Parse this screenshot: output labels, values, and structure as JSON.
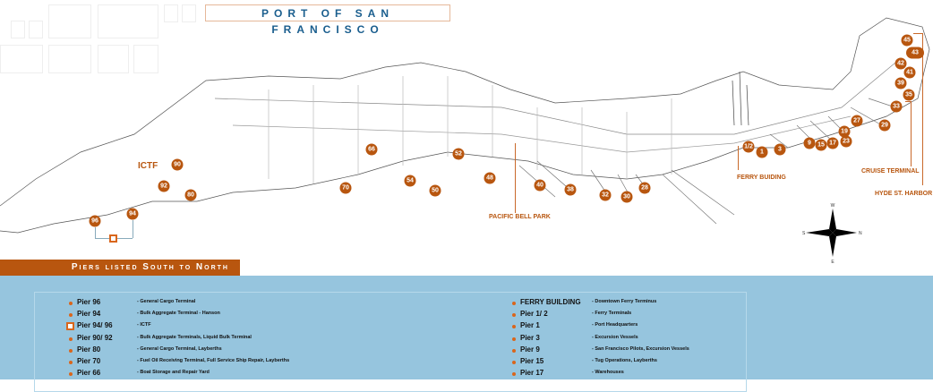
{
  "header": {
    "title": "PORT OF SAN FRANCISCO"
  },
  "map": {
    "piers": [
      "45",
      "43 1/2",
      "42",
      "41",
      "39",
      "35",
      "33",
      "29",
      "27",
      "19",
      "23",
      "17",
      "15",
      "9",
      "3",
      "1",
      "1/2",
      "28",
      "30",
      "32",
      "38",
      "40",
      "48",
      "52",
      "50",
      "54",
      "70",
      "66",
      "80",
      "90",
      "92",
      "94",
      "96"
    ],
    "labels": {
      "ictf": "ICTF",
      "pacific_bell_park": "PACIFIC BELL PARK",
      "ferry_building": "FERRY BUIDING",
      "cruise_terminal": "CRUISE TERMINAL",
      "hyde_st_harbor": "HYDE ST. HARBOR"
    },
    "compass": {
      "n": "W",
      "s": "E",
      "w": "S",
      "e": "N"
    }
  },
  "section_bar": "Piers listed South to North",
  "legend": {
    "left": [
      {
        "name": "Pier 96",
        "desc": "- General Cargo Terminal"
      },
      {
        "name": "Pier 94",
        "desc": "- Bulk Aggregate Terminal - Hanson"
      },
      {
        "name": "Pier 94/ 96",
        "desc": "- ICTF"
      },
      {
        "name": "Pier 90/ 92",
        "desc": "- Bulk Aggregate Terminals, Liquid Bulk Terminal"
      },
      {
        "name": "Pier 80",
        "desc": "- General Cargo Terminal, Layberths"
      },
      {
        "name": "Pier 70",
        "desc": "- Fuel Oil Receiving Terminal,  Full Service Ship Repair, Layberths"
      },
      {
        "name": "Pier 66",
        "desc": "- Boat Storage and Repair Yard"
      }
    ],
    "right": [
      {
        "name": "FERRY BUILDING",
        "desc": "- Downtown Ferry Terminus"
      },
      {
        "name": "Pier 1/ 2",
        "desc": "- Ferry Terminals"
      },
      {
        "name": "Pier 1",
        "desc": "- Port Headquarters"
      },
      {
        "name": "Pier 3",
        "desc": "- Excursion Vessels"
      },
      {
        "name": "Pier 9",
        "desc": "- San Francisco Pilots, Excursion Vessels"
      },
      {
        "name": "Pier 15",
        "desc": "- Tug Operations, Layberths"
      },
      {
        "name": "Pier 17",
        "desc": "- Warehouses"
      }
    ]
  },
  "colors": {
    "accent": "#b8560f",
    "legend_bg": "#96c5de",
    "title": "#1a5e8e"
  }
}
